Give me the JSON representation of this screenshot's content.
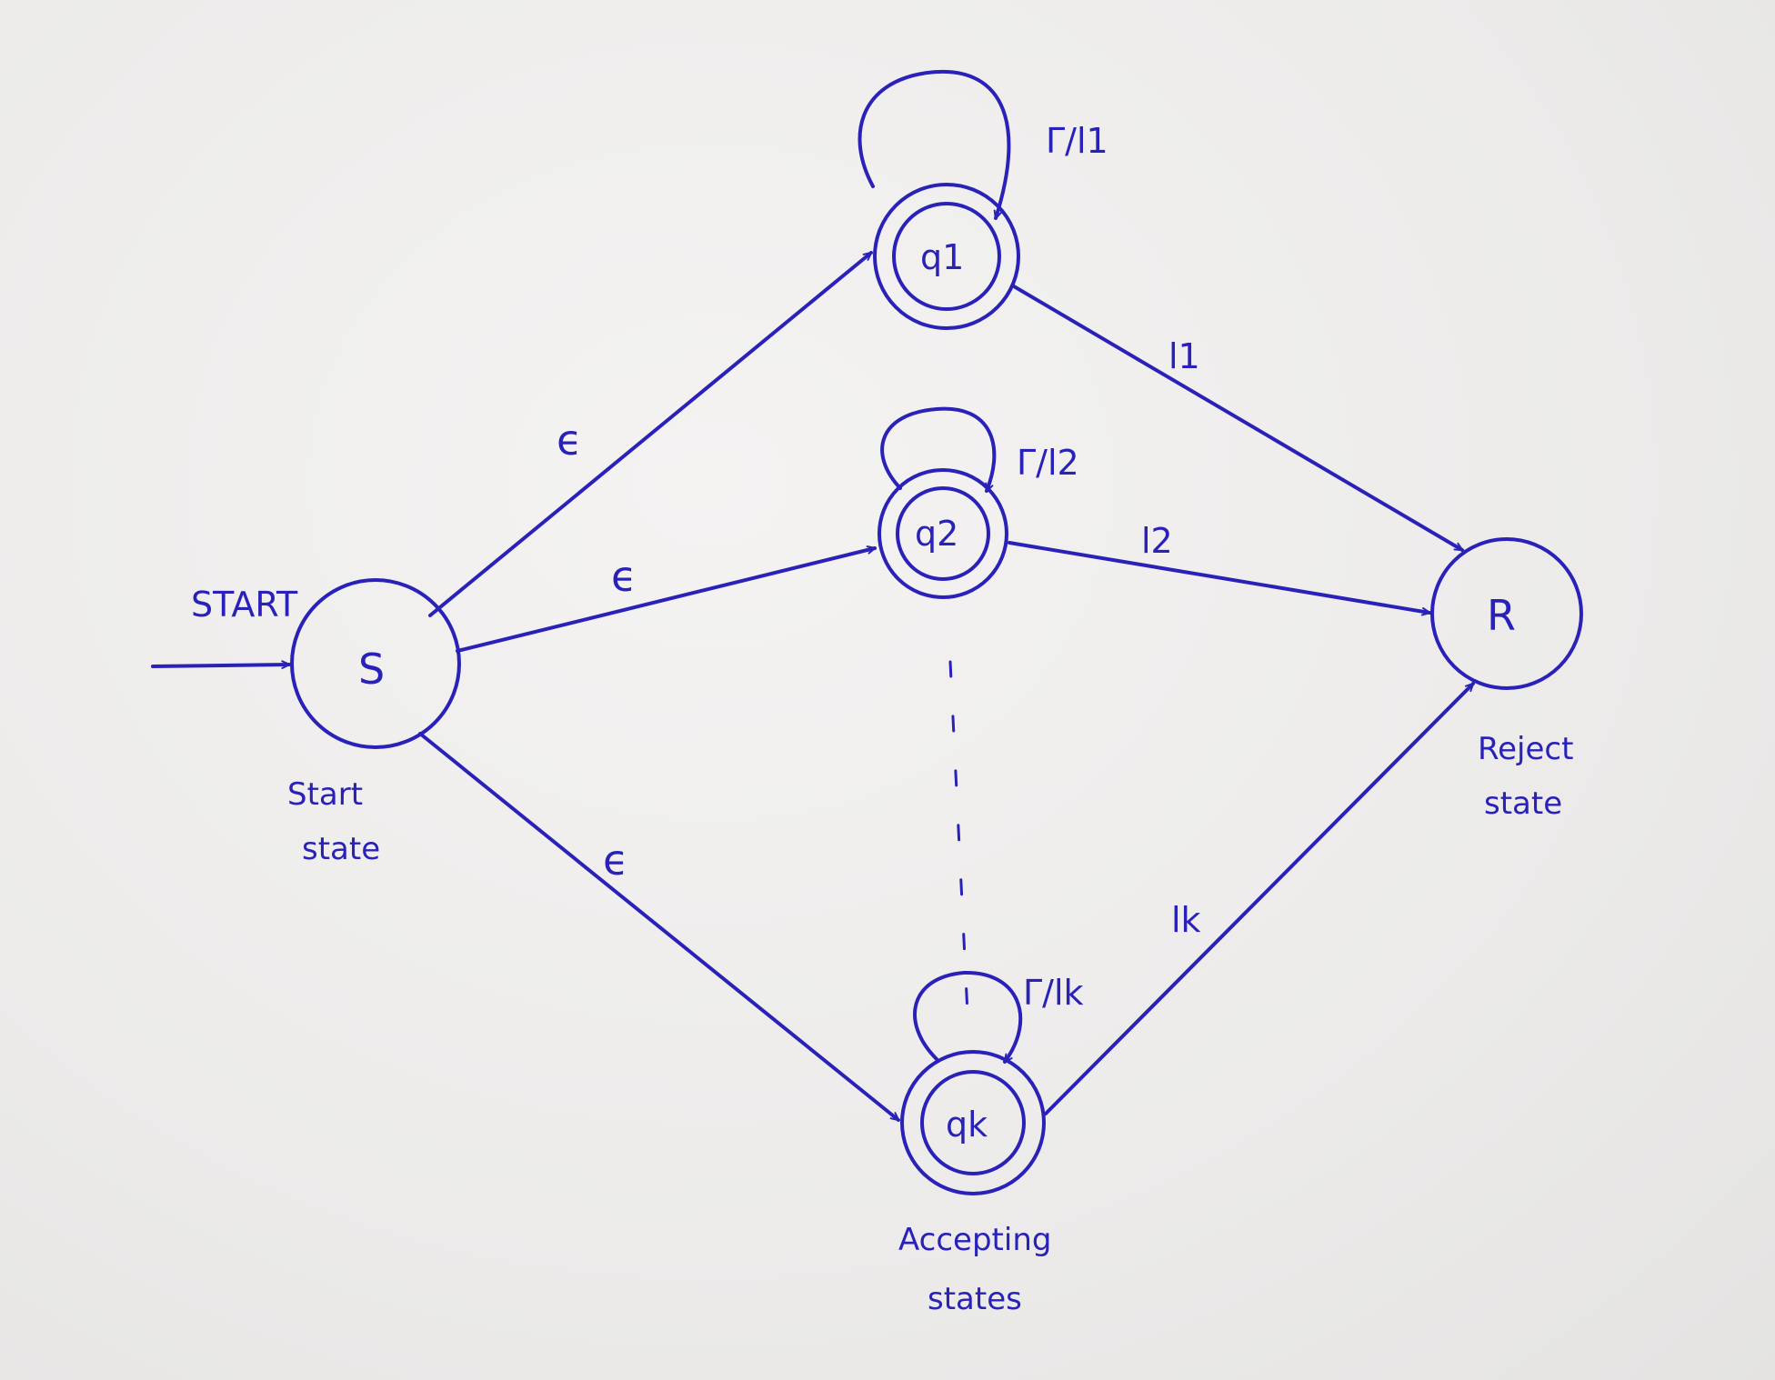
{
  "diagram": {
    "start_label": "START",
    "states": {
      "start": {
        "name": "S",
        "caption_line1": "Start",
        "caption_line2": "state"
      },
      "q1": {
        "name": "q1",
        "loop_label": "Γ/l1"
      },
      "q2": {
        "name": "q2",
        "loop_label": "Γ/l2"
      },
      "qk": {
        "name": "qk",
        "loop_label": "Γ/lk"
      },
      "reject": {
        "name": "R",
        "caption_line1": "Reject",
        "caption_line2": "state"
      }
    },
    "accepting_caption_line1": "Accepting",
    "accepting_caption_line2": "states",
    "edges": {
      "s_q1": "ϵ",
      "s_q2": "ϵ",
      "s_qk": "ϵ",
      "q1_r": "l1",
      "q2_r": "l2",
      "qk_r": "lk"
    },
    "ink_color": "#2a22b8",
    "paper_color": "#ecebea"
  }
}
